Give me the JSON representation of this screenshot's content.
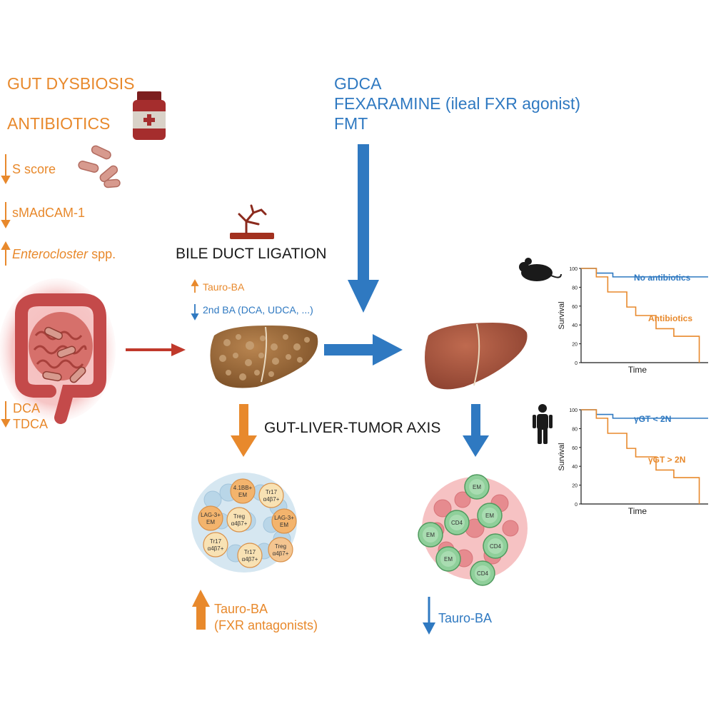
{
  "left_panel": {
    "gut_dysbiosis": "GUT DYSBIOSIS",
    "antibiotics": "ANTIBIOTICS",
    "s_score": "S score",
    "smadcam": "sMAdCAM-1",
    "enterocloster_italic": "Enterocloster",
    "enterocloster_rest": " spp.",
    "dca": "DCA",
    "tdca": "TDCA"
  },
  "treatments": {
    "line1": "GDCA",
    "line2": "FEXARAMINE (ileal FXR agonist)",
    "line3": "FMT"
  },
  "center": {
    "bile_duct_ligation": "BILE DUCT LIGATION",
    "tauro_ba_up": "Tauro-BA",
    "secondary_ba": "2nd BA (DCA, UDCA, ...)",
    "axis_title": "GUT-LIVER-TUMOR AXIS"
  },
  "bottom": {
    "left_line1": "Tauro-BA",
    "left_line2": "(FXR antagonists)",
    "right_line1": "Tauro-BA"
  },
  "tumor_left_cells": [
    {
      "l1": "4.1BB+",
      "l2": "EM"
    },
    {
      "l1": "Tr17",
      "l2": "α4β7+"
    },
    {
      "l1": "LAG-3+",
      "l2": "EM"
    },
    {
      "l1": "Treg",
      "l2": "α4β7+"
    },
    {
      "l1": "LAG-3+",
      "l2": "EM"
    },
    {
      "l1": "Tr17",
      "l2": "α4β7+"
    },
    {
      "l1": "Tr17",
      "l2": "α4β7+"
    },
    {
      "l1": "Treg",
      "l2": "α4β7+"
    }
  ],
  "tumor_right_cells": [
    "EM",
    "CD4",
    "EM",
    "EM",
    "CD4",
    "EM",
    "CD4"
  ],
  "colors": {
    "orange": "#e8892c",
    "blue": "#2f79c1",
    "red_arrow": "#c0392b",
    "liver": "#a9573f",
    "diseased_liver": "#9b6a3a"
  },
  "chart_data": [
    {
      "type": "line",
      "ylabel": "Survival",
      "xlabel": "Time",
      "yticks": [
        0,
        20,
        40,
        60,
        80,
        100
      ],
      "ylim": [
        0,
        100
      ],
      "xlim": [
        0,
        10
      ],
      "series": [
        {
          "name": "No antibiotics",
          "color": "#2f79c1",
          "x": [
            0,
            1.2,
            1.2,
            2.5,
            2.5,
            10
          ],
          "y": [
            100,
            100,
            95,
            95,
            91,
            91
          ]
        },
        {
          "name": "Antibiotics",
          "color": "#e8892c",
          "x": [
            0,
            1.2,
            1.2,
            2.1,
            2.1,
            3.6,
            3.6,
            4.3,
            4.3,
            5.9,
            5.9,
            7.3,
            7.3,
            9.3,
            9.3
          ],
          "y": [
            100,
            100,
            91,
            91,
            75,
            75,
            59,
            59,
            50,
            50,
            36,
            36,
            28,
            28,
            0
          ]
        }
      ]
    },
    {
      "type": "line",
      "ylabel": "Survival",
      "xlabel": "Time",
      "yticks": [
        0,
        20,
        40,
        60,
        80,
        100
      ],
      "ylim": [
        0,
        100
      ],
      "xlim": [
        0,
        10
      ],
      "series": [
        {
          "name": "γGT < 2N",
          "color": "#2f79c1",
          "x": [
            0,
            1.2,
            1.2,
            2.5,
            2.5,
            10
          ],
          "y": [
            100,
            100,
            95,
            95,
            91,
            91
          ]
        },
        {
          "name": "γGT > 2N",
          "color": "#e8892c",
          "x": [
            0,
            1.2,
            1.2,
            2.1,
            2.1,
            3.6,
            3.6,
            4.3,
            4.3,
            5.9,
            5.9,
            7.3,
            7.3,
            9.3,
            9.3
          ],
          "y": [
            100,
            100,
            91,
            91,
            75,
            75,
            59,
            59,
            50,
            50,
            36,
            36,
            28,
            28,
            0
          ]
        }
      ]
    }
  ]
}
